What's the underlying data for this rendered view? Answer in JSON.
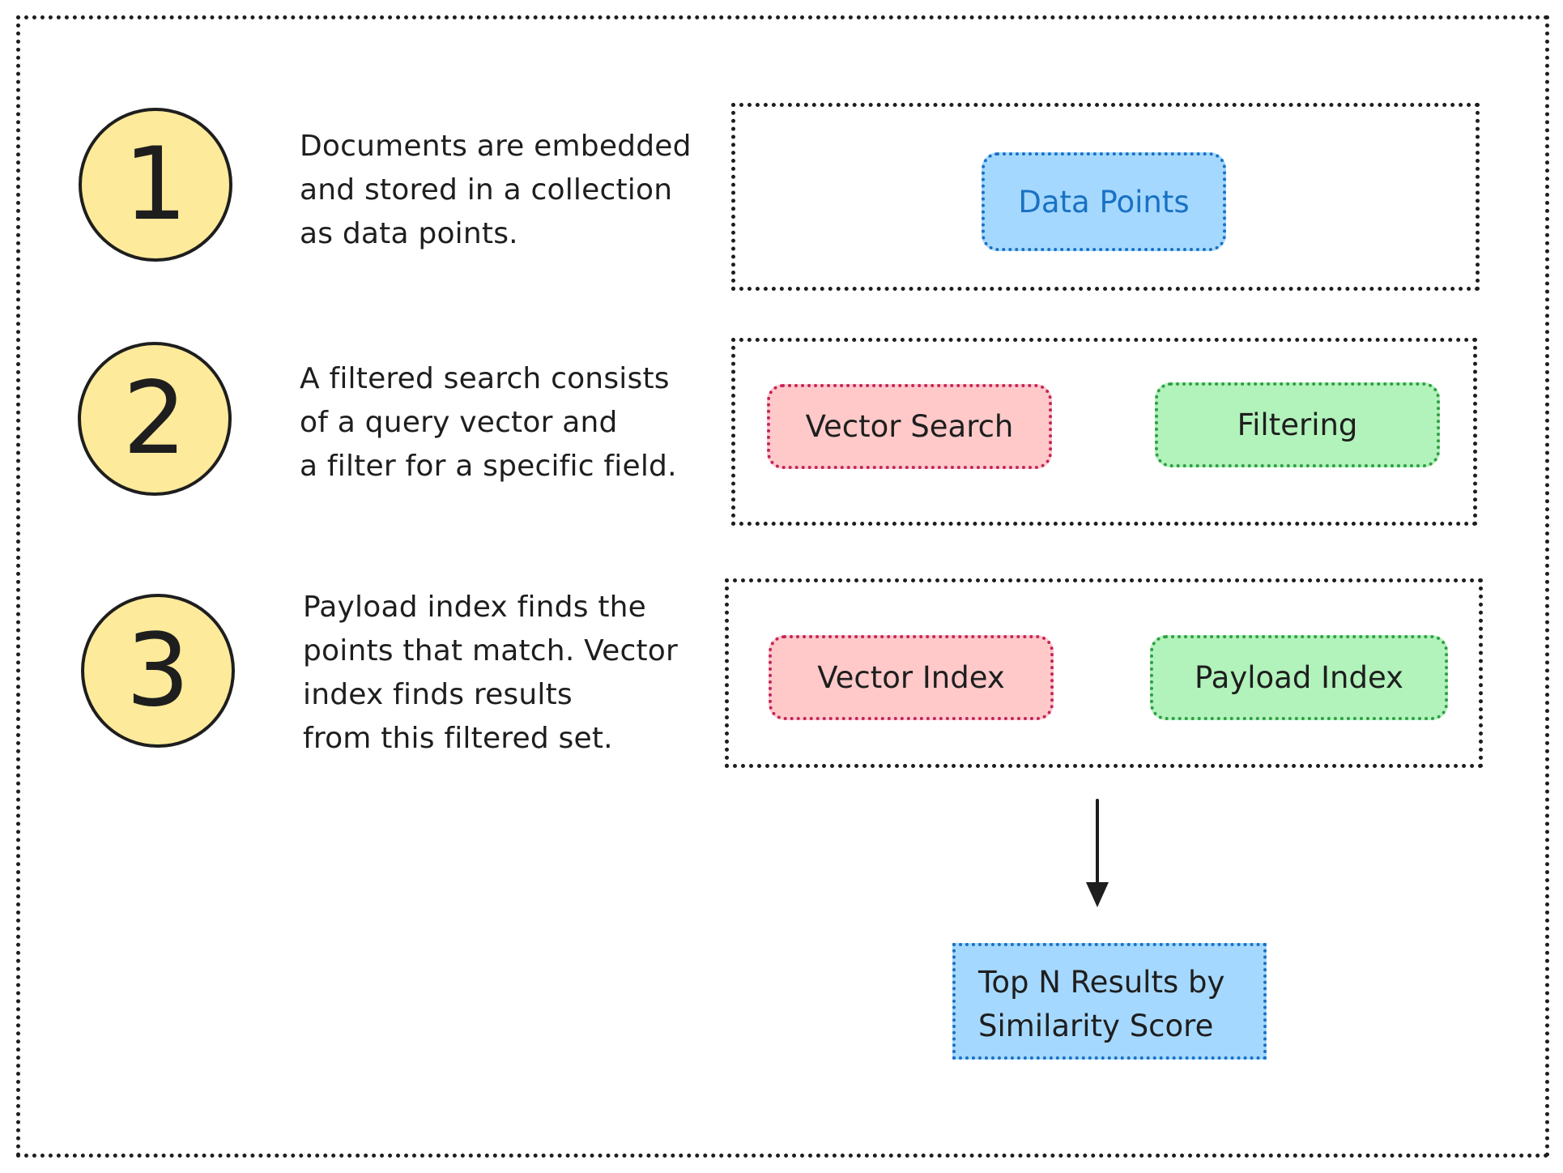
{
  "steps": [
    {
      "number": "1",
      "text": "Documents are embedded\nand stored in a collection\nas data points."
    },
    {
      "number": "2",
      "text": "A filtered search consists\nof a query vector and\na filter for a specific field."
    },
    {
      "number": "3",
      "text": "Payload index finds the\npoints that match. Vector\nindex finds results\nfrom this filtered set."
    }
  ],
  "groups": {
    "data_points": {
      "label": "Data Points"
    },
    "search": {
      "vector_search": "Vector Search",
      "filtering": "Filtering"
    },
    "index": {
      "vector_index": "Vector Index",
      "payload_index": "Payload Index"
    }
  },
  "result": {
    "label": "Top N Results by\nSimilarity Score"
  },
  "colors": {
    "circle_fill": "#fdea9b",
    "blue_fill": "#a5d8ff",
    "blue_stroke": "#1971c2",
    "red_fill": "#ffc9c9",
    "red_stroke": "#c2255c",
    "green_fill": "#b2f2bb",
    "green_stroke": "#2f9e44",
    "ink": "#1e1e1e"
  }
}
